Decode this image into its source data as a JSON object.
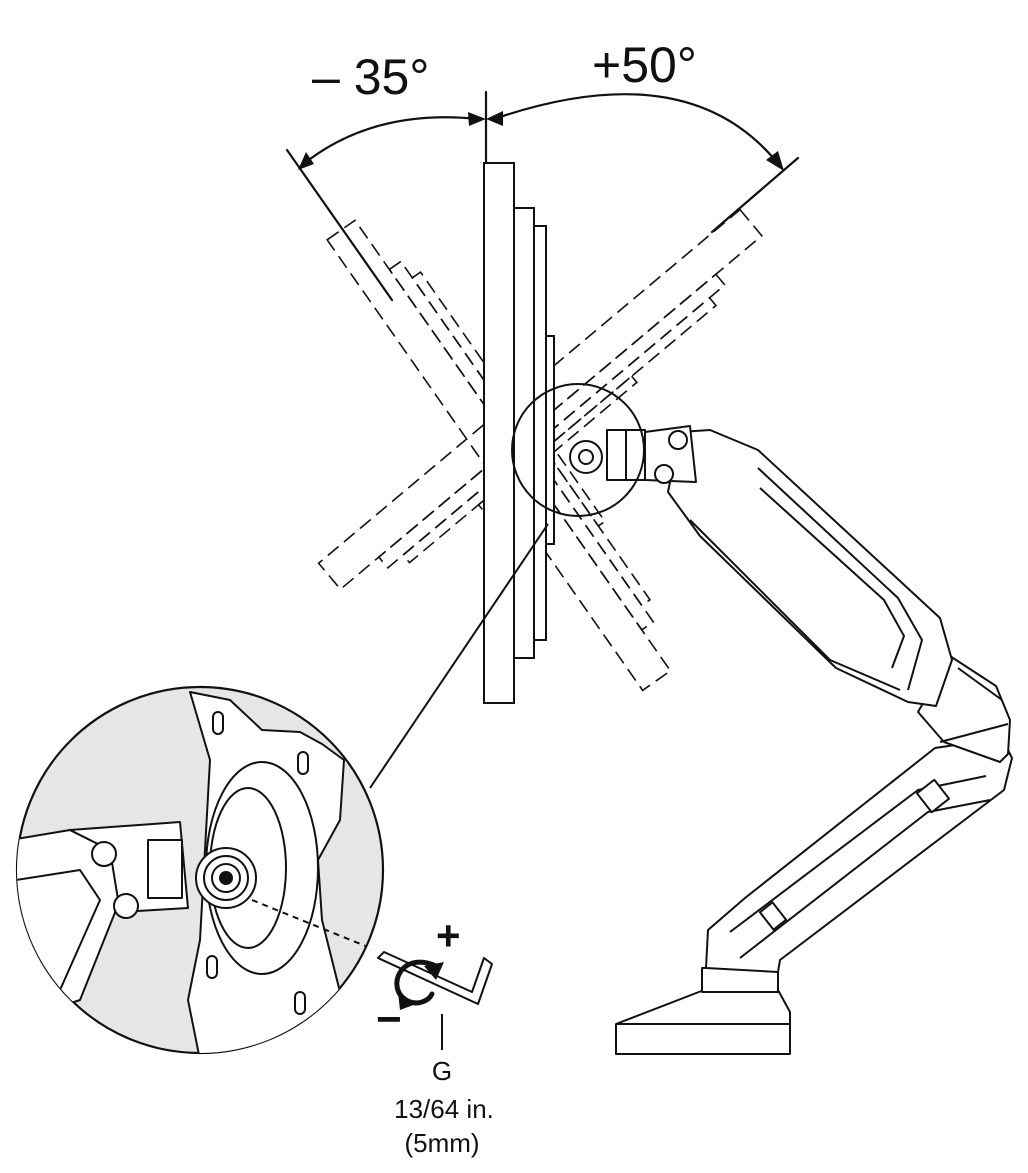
{
  "tilt": {
    "minus_label": "– 35°",
    "plus_label": "+50°"
  },
  "tool": {
    "letter": "G",
    "size_inch": "13/64 in.",
    "size_mm": "(5mm)",
    "plus_sign": "+",
    "minus_sign": "−"
  },
  "colors": {
    "ink": "#111111",
    "magnifier_fill": "#e6e6e6",
    "fill": "#ffffff"
  }
}
